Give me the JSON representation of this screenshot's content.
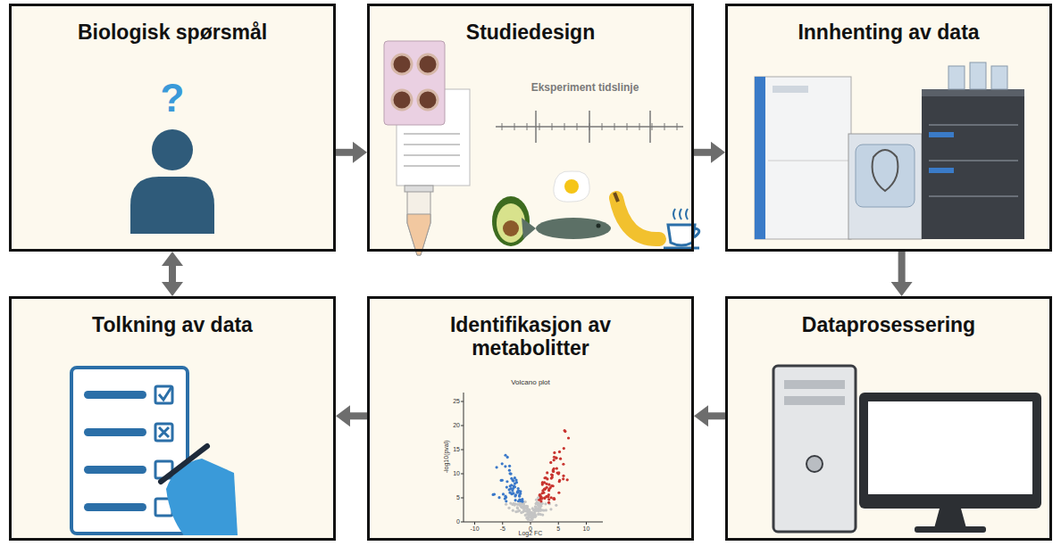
{
  "diagram": {
    "nodes": [
      {
        "text": [
          "Biologisk spørsmål"
        ]
      },
      {
        "text": [
          "Studiedesign"
        ]
      },
      {
        "text": [
          "Innhenting av data"
        ]
      },
      {
        "text": [
          "Tolkning av data"
        ]
      },
      {
        "text": [
          "Identifikasjon av metabolitter"
        ]
      },
      {
        "text": [
          "Dataprosessering"
        ]
      }
    ],
    "edges": [
      {
        "from": 0,
        "to": 1,
        "arrow": "to"
      },
      {
        "from": 1,
        "to": 2,
        "arrow": "to"
      },
      {
        "from": 2,
        "to": 5,
        "arrow": "to"
      },
      {
        "from": 5,
        "to": 4,
        "arrow": "to"
      },
      {
        "from": 4,
        "to": 3,
        "arrow": "to"
      },
      {
        "from": 3,
        "to": 0,
        "arrow": "both"
      }
    ],
    "labels": [
      "?",
      "Eksperiment tidslinje",
      "Volcano plot",
      "Log2 FC",
      "-log10(pval)",
      "-10",
      "-5",
      "0",
      "5",
      "10",
      "0",
      "5",
      "10",
      "15",
      "20",
      "25"
    ]
  }
}
